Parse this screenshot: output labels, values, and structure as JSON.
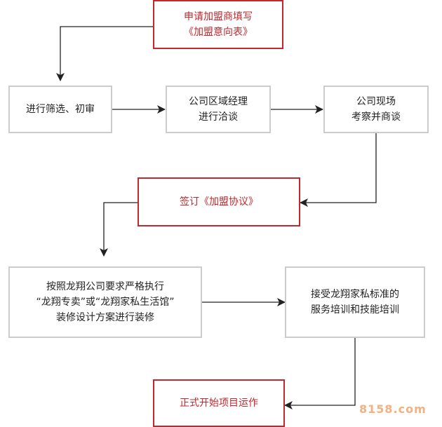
{
  "steps": {
    "apply": [
      "申请加盟商填写",
      "《加盟意向表》"
    ],
    "screen": [
      "进行筛选、初审"
    ],
    "manager": [
      "公司区域经理",
      "进行洽谈"
    ],
    "inspect": [
      "公司现场",
      "考察并商谈"
    ],
    "sign": [
      "签订《加盟协议》"
    ],
    "decor": [
      "按照龙翔公司要求严格执行",
      "“龙翔专卖”或“龙翔家私生活馆”",
      "装修设计方案进行装修"
    ],
    "train": [
      "接受龙翔家私标准的",
      "服务培训和技能培训"
    ],
    "start": [
      "正式开始项目运作"
    ]
  },
  "colors": {
    "highlight": "#c0282e",
    "box_border": "#cccccc",
    "arrow": "#222222"
  },
  "watermark": "8158.com"
}
